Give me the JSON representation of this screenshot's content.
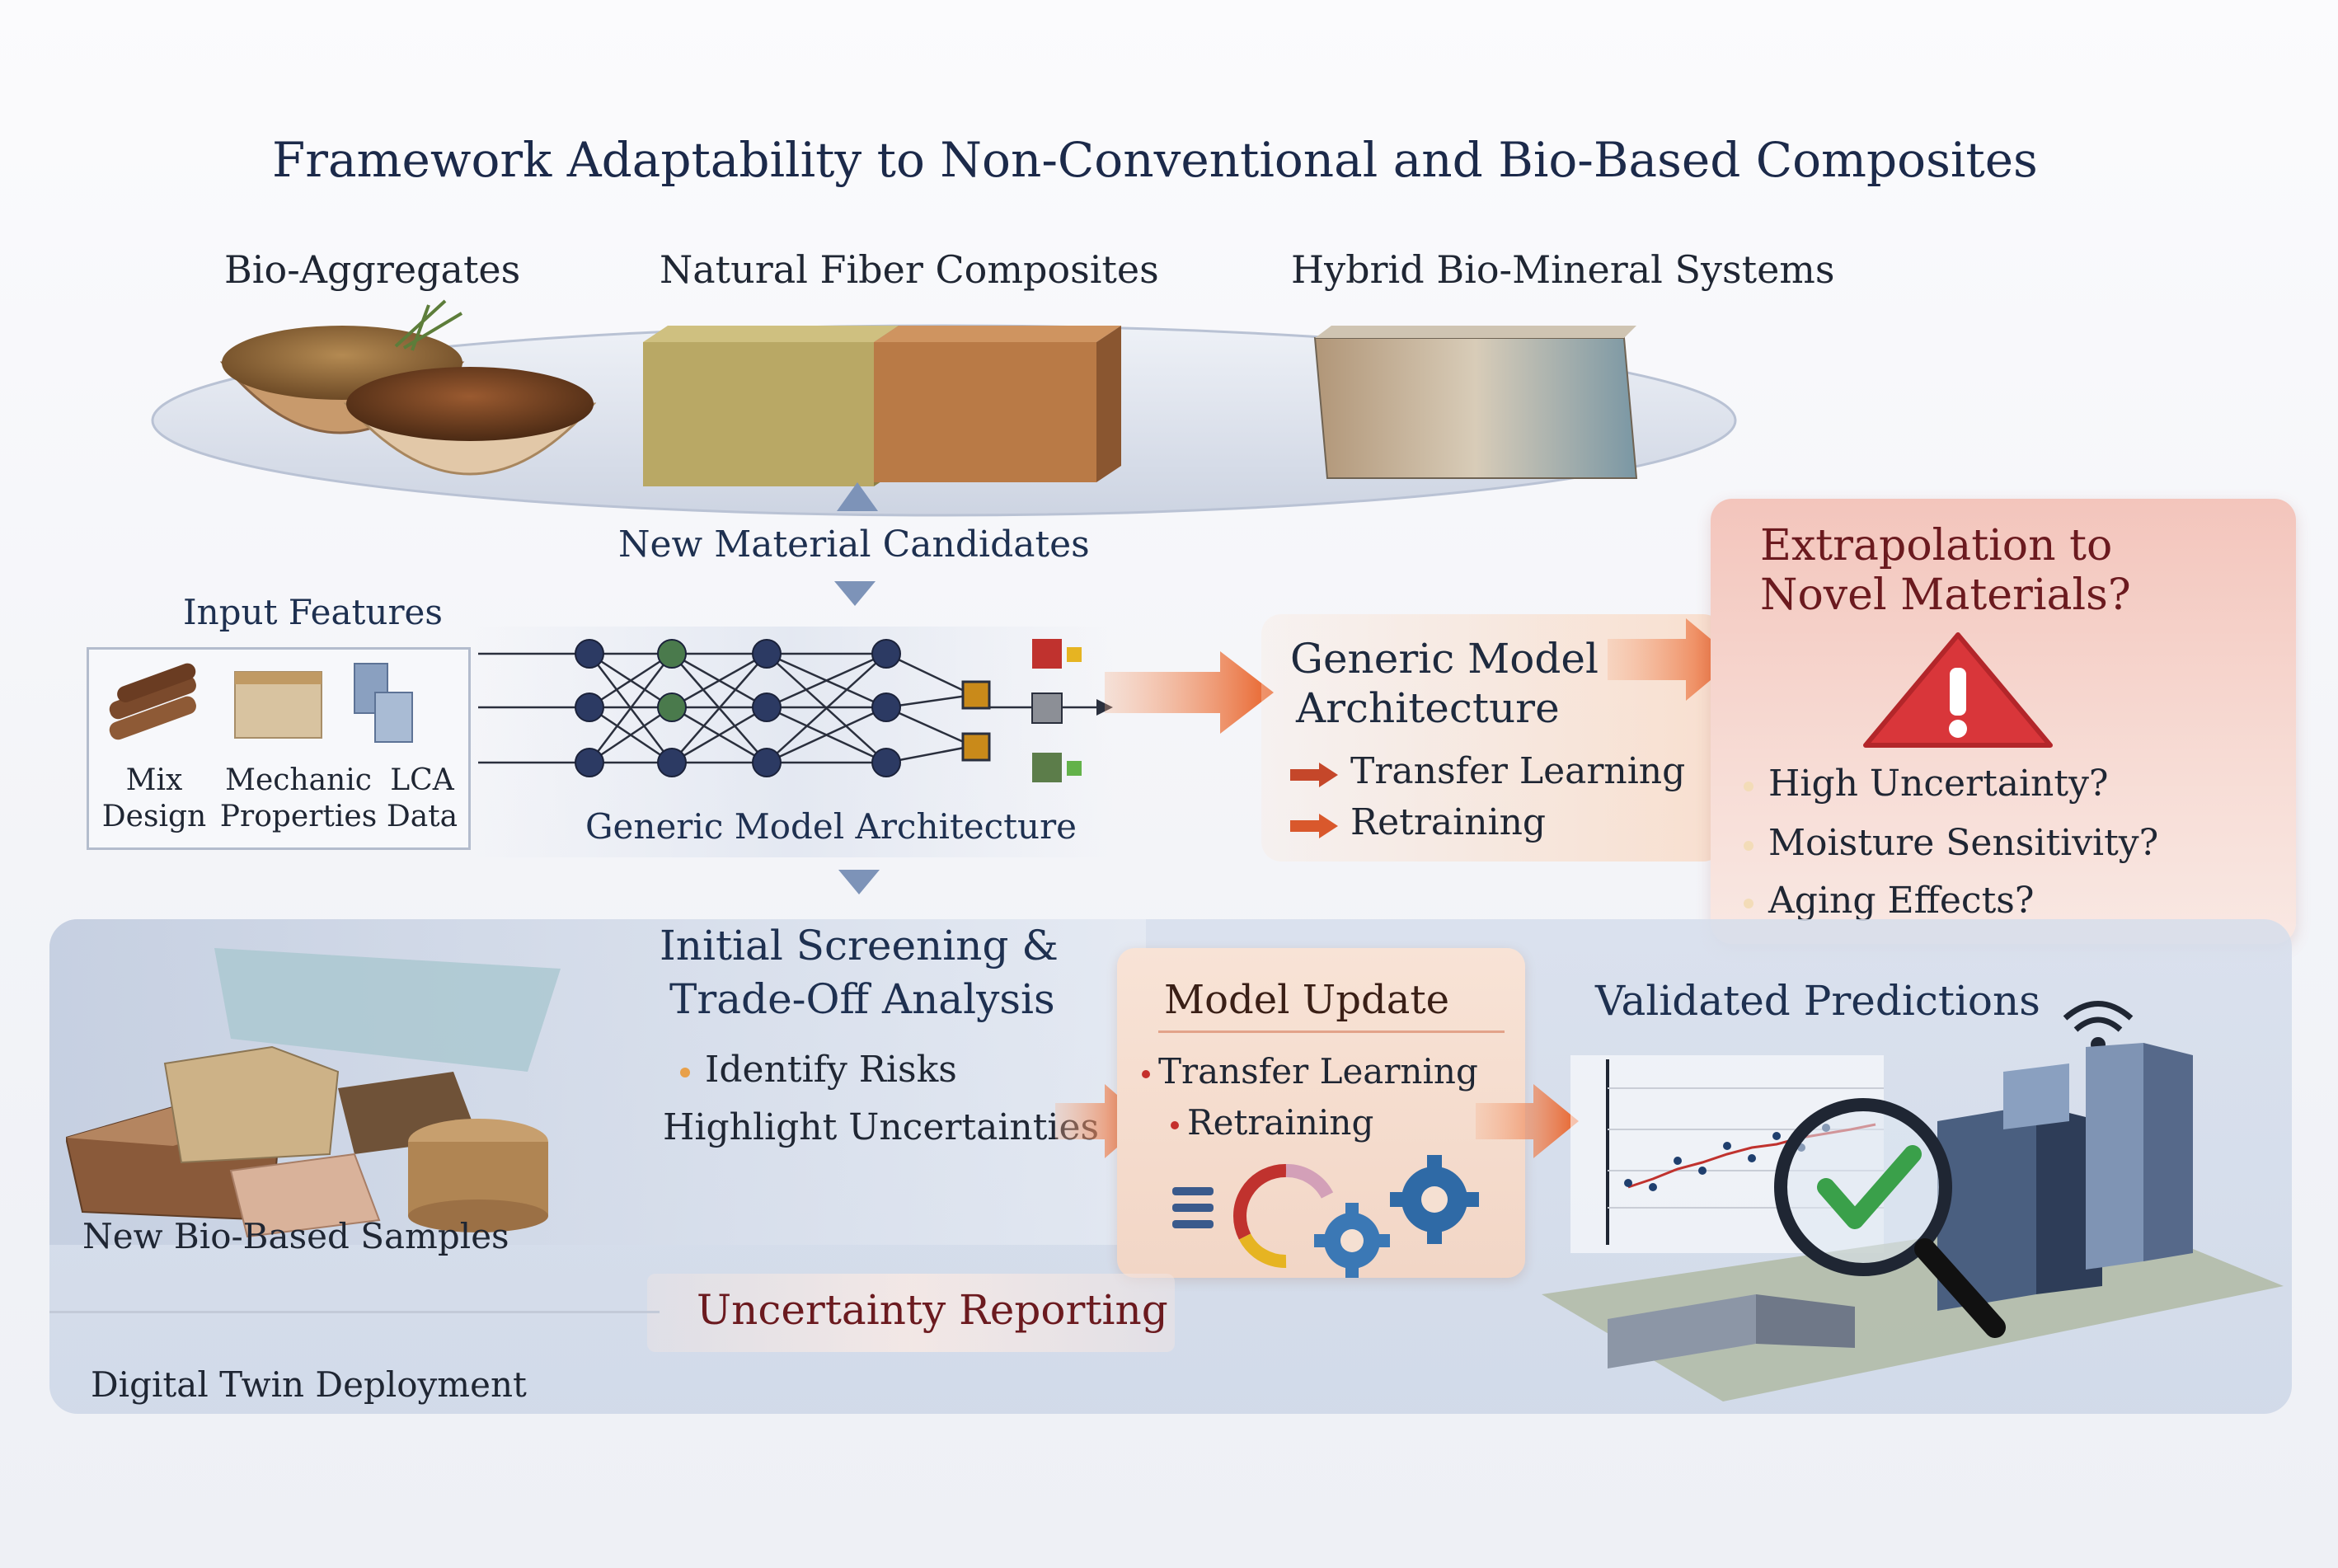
{
  "title": "Framework Adaptability to Non-Conventional and Bio-Based Composites",
  "materials": {
    "categories": [
      "Bio-Aggregates",
      "Natural Fiber Composites",
      "Hybrid Bio-Mineral Systems"
    ],
    "candidates_label": "New Material Candidates"
  },
  "input_features": {
    "heading": "Input Features",
    "items": [
      "Mix\nDesign",
      "Mechanic\nProperties",
      "LCA\nData"
    ],
    "item_lines": [
      [
        "Mix",
        "Design"
      ],
      [
        "Mechanic",
        "Properties"
      ],
      [
        "LCA",
        "Data"
      ]
    ]
  },
  "network": {
    "caption": "Generic Model Architecture"
  },
  "generic_model": {
    "heading_line1": "Generic Model",
    "heading_line2": "Architecture",
    "items": [
      "Transfer Learning",
      "Retraining"
    ]
  },
  "extrapolation": {
    "heading_line1": "Extrapolation to",
    "heading_line2": "Novel Materials?",
    "items": [
      "High Uncertainty?",
      "Moisture Sensitivity?",
      "Aging Effects?"
    ]
  },
  "screening": {
    "heading_line1": "Initial Screening &",
    "heading_line2": "Trade-Off Analysis",
    "items": [
      "Identify Risks",
      "Highlight Uncertainties"
    ]
  },
  "samples_label": "New Bio-Based Samples",
  "model_update": {
    "heading": "Model Update",
    "items": [
      "Transfer Learning",
      "Retraining"
    ]
  },
  "validated": {
    "heading": "Validated Predictions"
  },
  "uncertainty_reporting": "Uncertainty Reporting",
  "digital_twin": "Digital Twin Deployment",
  "colors": {
    "title": "#1c2a4a",
    "arrow_orange": "#e8622a",
    "alert_red": "#d9363a",
    "panel_red": "#f6d3cc",
    "check_green": "#3aa04a"
  }
}
